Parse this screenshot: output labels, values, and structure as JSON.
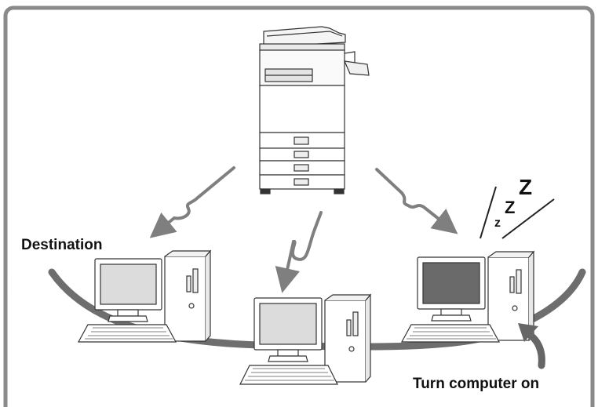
{
  "labels": {
    "destination": "Destination",
    "turn_on": "Turn computer on",
    "sleep_big": "Z",
    "sleep_mid": "Z",
    "sleep_small": "z"
  },
  "colors": {
    "frame": "#8a8a8a",
    "arrow": "#7f7f7f",
    "cable": "#6e6e6e",
    "screen_on": "#dcdcdc",
    "screen_off": "#6a6a6a",
    "body": "#ffffff",
    "stroke": "#333333"
  },
  "icons": [
    "copier-icon",
    "computer-icon",
    "sleep-icon",
    "curved-arrow-icon"
  ]
}
